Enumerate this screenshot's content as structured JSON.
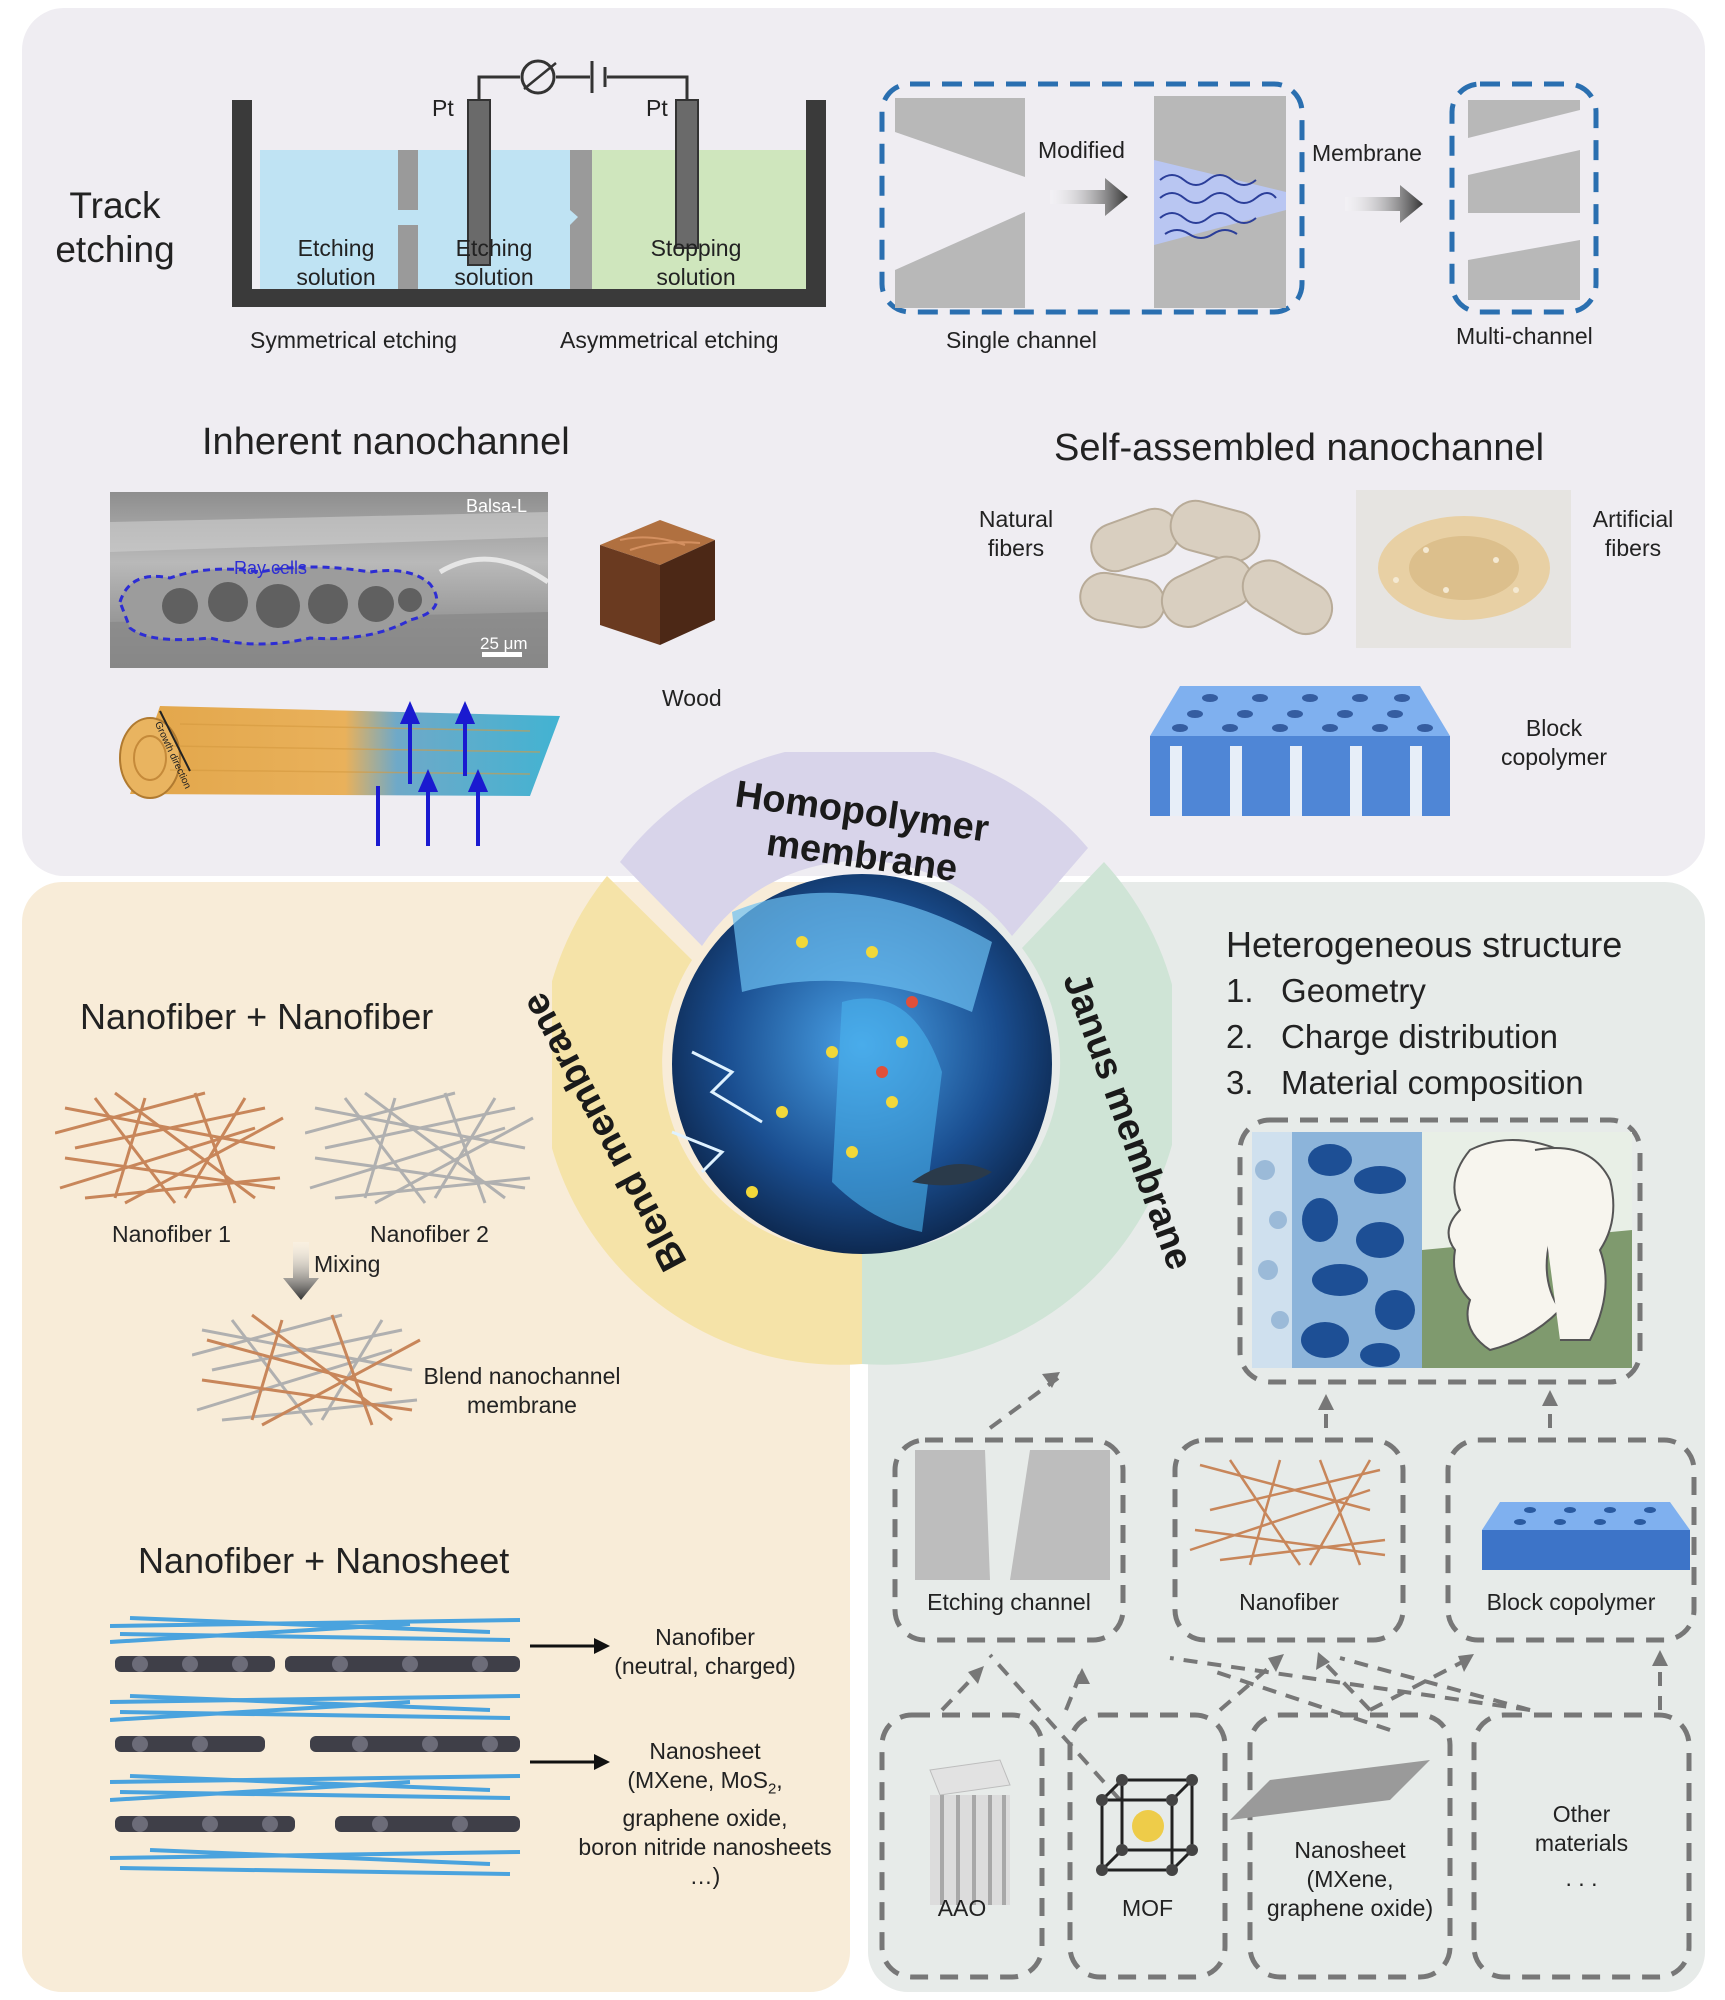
{
  "top": {
    "track_etching": {
      "title": [
        "Track",
        "etching"
      ],
      "electrode_left": "Pt",
      "electrode_right": "Pt",
      "solution_1": [
        "Etching",
        "solution"
      ],
      "solution_2": [
        "Etching",
        "solution"
      ],
      "solution_3": [
        "Stopping",
        "solution"
      ],
      "caption_symmetric": "Symmetrical etching",
      "caption_asymmetric": "Asymmetrical etching"
    },
    "channel_process": {
      "step_modified": "Modified",
      "step_membrane": "Membrane",
      "caption_single": "Single channel",
      "caption_multi": "Multi-channel"
    },
    "inherent": {
      "title": "Inherent nanochannel",
      "sem_sample": "Balsa-L",
      "sem_region": "Ray cells",
      "sem_scale": "25 μm",
      "log_axis": "Growth direction",
      "wood_label": "Wood"
    },
    "self_assembled": {
      "title": "Self-assembled nanochannel",
      "natural": [
        "Natural",
        "fibers"
      ],
      "artificial": [
        "Artificial",
        "fibers"
      ],
      "block": [
        "Block",
        "copolymer"
      ]
    }
  },
  "center": {
    "homopolymer": [
      "Homopolymer",
      "membrane"
    ],
    "blend": "Blend membrane",
    "janus": "Janus membrane"
  },
  "blend_section": {
    "heading_1": "Nanofiber + Nanofiber",
    "fiber_1": "Nanofiber 1",
    "fiber_2": "Nanofiber 2",
    "mixing": "Mixing",
    "blend_result": [
      "Blend nanochannel",
      "membrane"
    ],
    "heading_2": "Nanofiber + Nanosheet",
    "nanofiber_note": [
      "Nanofiber",
      "(neutral, charged)"
    ],
    "nanosheet_note": [
      "Nanosheet",
      "(MXene, MoS2,",
      "graphene oxide,",
      "boron nitride nanosheets",
      "…)"
    ]
  },
  "janus_section": {
    "heading": "Heterogeneous structure",
    "items": [
      "1.   Geometry",
      "2.   Charge distribution",
      "3.   Material composition"
    ],
    "components": [
      "Etching channel",
      "Nanofiber",
      "Block copolymer"
    ],
    "materials": [
      "AAO",
      "MOF",
      "Nanosheet",
      "(MXene,",
      "graphene oxide)",
      "Other",
      "materials",
      ". . ."
    ]
  },
  "colors": {
    "top_bg": "#efedf2",
    "blend_bg": "#f8ecd8",
    "janus_bg": "#e7ebe9",
    "homopolymer_ring": "#d8d4ea",
    "blend_ring": "#f5e3a8",
    "janus_ring": "#cfe4d6",
    "dashed_blue": "#2a6fb0",
    "dashed_gray": "#777777",
    "fiber_orange": "#c8865a",
    "sheet_blue": "#4aa3de"
  }
}
